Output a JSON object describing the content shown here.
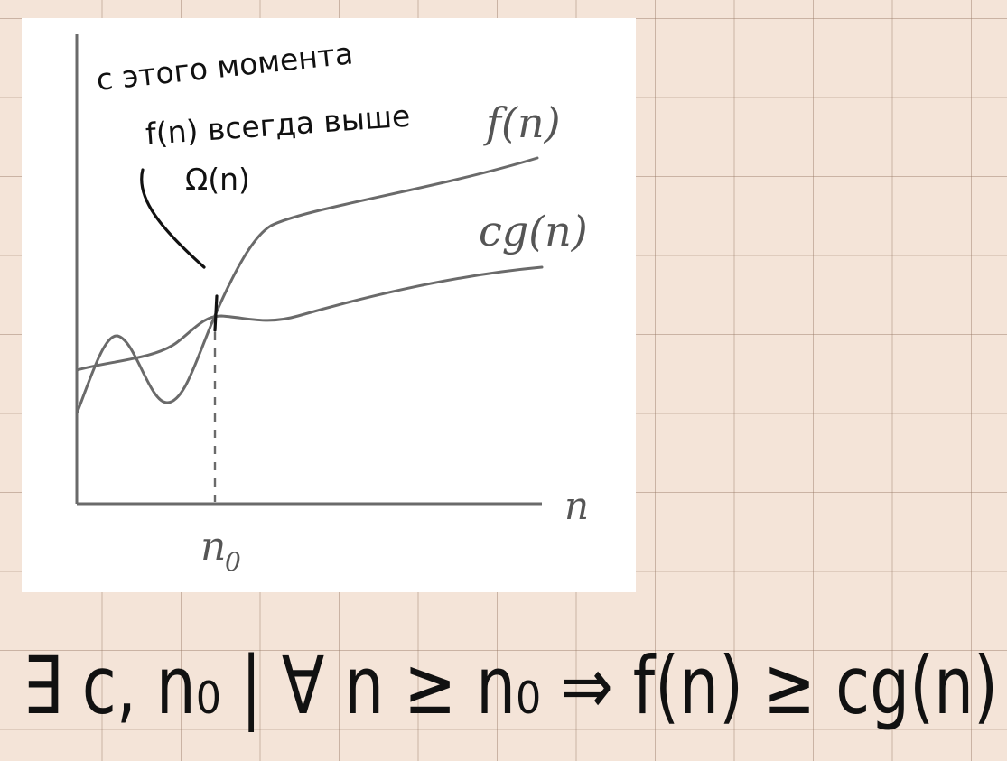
{
  "diagram": {
    "labels": {
      "f_curve": "f(n)",
      "g_curve": "cg(n)",
      "x_axis": "n",
      "threshold": "n",
      "threshold_sub": "0"
    },
    "note": {
      "line1": "с этого момента",
      "line2": "f(n) всегда выше",
      "line3": "Ω(n)"
    },
    "formula": "∃ c, n₀ | ∀ n ≥ n₀ ⇒ f(n) ≥ cg(n)"
  },
  "colors": {
    "paper": "#f4e4d8",
    "grid": "#9a7a66",
    "ink": "#111111",
    "curve": "#6a6a6a"
  }
}
